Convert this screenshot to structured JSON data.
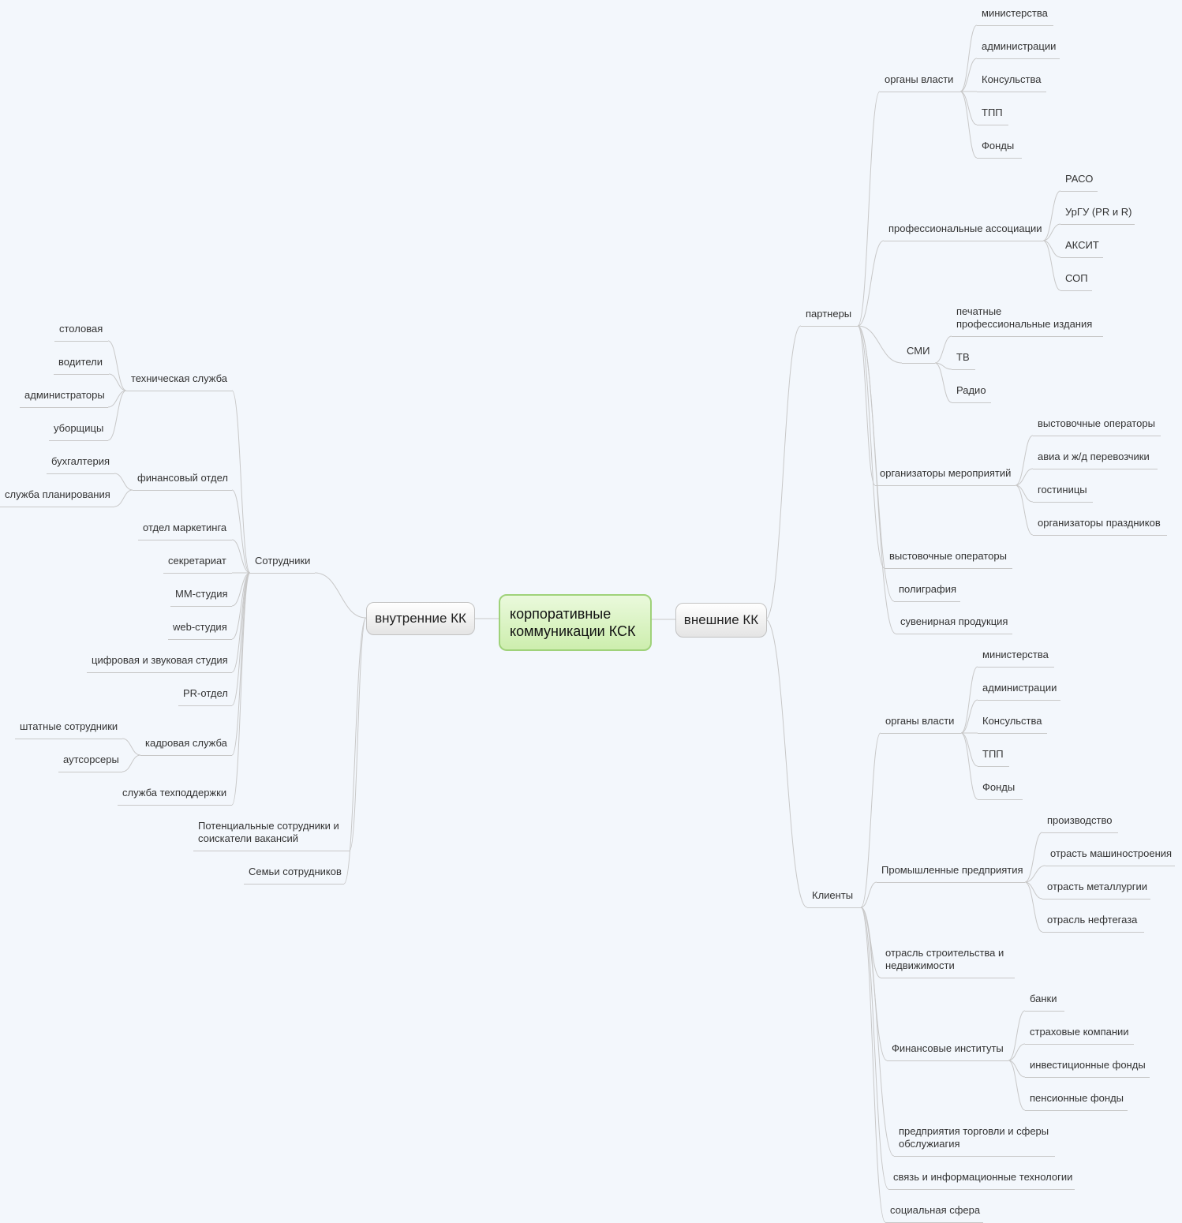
{
  "root": {
    "label": "корпоративные коммуникации КСК"
  },
  "left": {
    "label": "внутренние КК",
    "children": [
      {
        "label": "Сотрудники",
        "children": [
          {
            "label": "техническая служба",
            "children": [
              {
                "label": "столовая"
              },
              {
                "label": "водители"
              },
              {
                "label": "администраторы"
              },
              {
                "label": "уборщицы"
              }
            ]
          },
          {
            "label": "финансовый отдел",
            "children": [
              {
                "label": "бухгалтерия"
              },
              {
                "label": "служба планирования"
              }
            ]
          },
          {
            "label": "отдел маркетинга"
          },
          {
            "label": "секретариат"
          },
          {
            "label": "ММ-студия"
          },
          {
            "label": "web-студия"
          },
          {
            "label": "цифровая и звуковая студия"
          },
          {
            "label": "PR-отдел"
          },
          {
            "label": "кадровая служба",
            "children": [
              {
                "label": "штатные сотрудники"
              },
              {
                "label": "аутсорсеры"
              }
            ]
          },
          {
            "label": "служба техподдержки"
          }
        ]
      },
      {
        "label": "Потенциальные сотрудники и соискатели вакансий"
      },
      {
        "label": "Семьи сотрудников"
      }
    ]
  },
  "right": {
    "label": "внешние КК",
    "children": [
      {
        "label": "партнеры",
        "children": [
          {
            "label": "органы власти",
            "children": [
              {
                "label": "министерства"
              },
              {
                "label": "администрации"
              },
              {
                "label": "Консульства"
              },
              {
                "label": "ТПП"
              },
              {
                "label": "Фонды"
              }
            ]
          },
          {
            "label": "профессиональные ассоциации",
            "children": [
              {
                "label": "РАСО"
              },
              {
                "label": "УрГУ (PR и R)"
              },
              {
                "label": "АКСИТ"
              },
              {
                "label": "СОП"
              }
            ]
          },
          {
            "label": "СМИ",
            "children": [
              {
                "label": "печатные профессиональные издания"
              },
              {
                "label": "ТВ"
              },
              {
                "label": "Радио"
              }
            ]
          },
          {
            "label": "организаторы мероприятий",
            "children": [
              {
                "label": "выстовочные операторы"
              },
              {
                "label": "авиа и ж/д перевозчики"
              },
              {
                "label": "гостиницы"
              },
              {
                "label": "организаторы праздников"
              }
            ]
          },
          {
            "label": "выстовочные операторы"
          },
          {
            "label": "полиграфия"
          },
          {
            "label": "сувенирная продукция"
          }
        ]
      },
      {
        "label": "Клиенты",
        "children": [
          {
            "label": "органы власти",
            "children": [
              {
                "label": "министерства"
              },
              {
                "label": "администрации"
              },
              {
                "label": "Консульства"
              },
              {
                "label": "ТПП"
              },
              {
                "label": "Фонды"
              }
            ]
          },
          {
            "label": "Промышленные предприятия",
            "children": [
              {
                "label": "производство"
              },
              {
                "label": "отрасть машиностроения"
              },
              {
                "label": "отрасть металлургии"
              },
              {
                "label": "отрасль нефтегаза"
              }
            ]
          },
          {
            "label": "отрасль строительства и недвижимости"
          },
          {
            "label": "Финансовые институты",
            "children": [
              {
                "label": "банки"
              },
              {
                "label": "страховые компании"
              },
              {
                "label": "инвестиционные фонды"
              },
              {
                "label": "пенсионные фонды"
              }
            ]
          },
          {
            "label": "предприятия торговли и сферы обслужиагия"
          },
          {
            "label": "связь и информационные технологии"
          },
          {
            "label": "социальная сфера"
          }
        ]
      }
    ]
  }
}
